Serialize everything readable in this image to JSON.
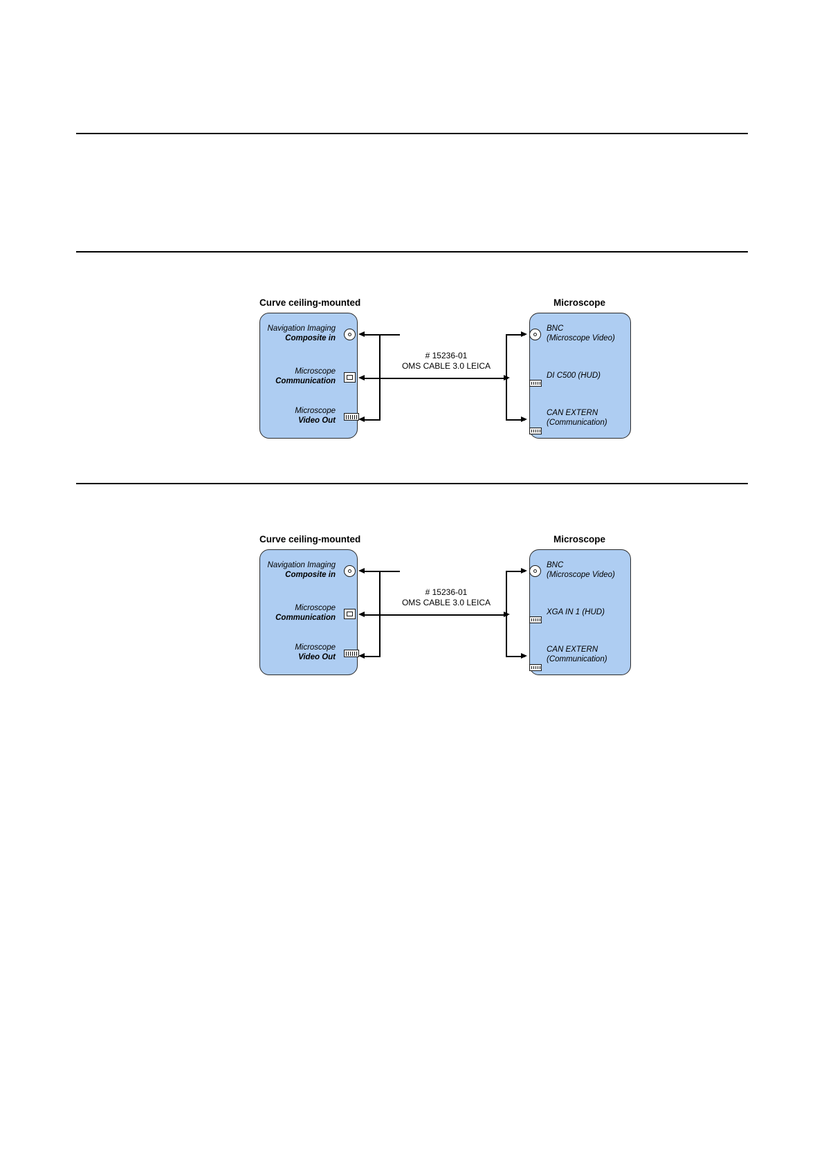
{
  "page": {
    "rules": [
      "rule-1",
      "rule-2",
      "rule-3"
    ]
  },
  "diagrams": [
    {
      "left_title": "Curve ceiling-mounted",
      "right_title": "Microscope",
      "cable_label_line1": "# 15236-01",
      "cable_label_line2": "OMS CABLE 3.0 LEICA",
      "left_ports": [
        {
          "line1": "Navigation Imaging",
          "line2": "Composite in",
          "icon": "bnc-connector-icon"
        },
        {
          "line1": "Microscope",
          "line2": "Communication",
          "icon": "usb-connector-icon"
        },
        {
          "line1": "Microscope",
          "line2": "Video Out",
          "icon": "dsub-connector-icon"
        }
      ],
      "right_ports": [
        {
          "line1": "BNC",
          "line2": "(Microscope Video)",
          "icon": "bnc-connector-icon"
        },
        {
          "line1": "DI C500 (HUD)",
          "line2": "",
          "icon": "dsub-connector-icon"
        },
        {
          "line1": "CAN EXTERN",
          "line2": "(Communication)",
          "icon": "dsub-connector-icon"
        }
      ]
    },
    {
      "left_title": "Curve ceiling-mounted",
      "right_title": "Microscope",
      "cable_label_line1": "# 15236-01",
      "cable_label_line2": "OMS CABLE 3.0 LEICA",
      "left_ports": [
        {
          "line1": "Navigation Imaging",
          "line2": "Composite in",
          "icon": "bnc-connector-icon"
        },
        {
          "line1": "Microscope",
          "line2": "Communication",
          "icon": "usb-connector-icon"
        },
        {
          "line1": "Microscope",
          "line2": "Video Out",
          "icon": "dsub-connector-icon"
        }
      ],
      "right_ports": [
        {
          "line1": "BNC",
          "line2": "(Microscope Video)",
          "icon": "bnc-connector-icon"
        },
        {
          "line1": "XGA IN 1 (HUD)",
          "line2": "",
          "icon": "dsub-connector-icon"
        },
        {
          "line1": "CAN EXTERN",
          "line2": "(Communication)",
          "icon": "dsub-connector-icon"
        }
      ]
    }
  ],
  "colors": {
    "unit_fill": "#aecdf2",
    "unit_stroke": "#2a2a2a",
    "line": "#000000"
  }
}
